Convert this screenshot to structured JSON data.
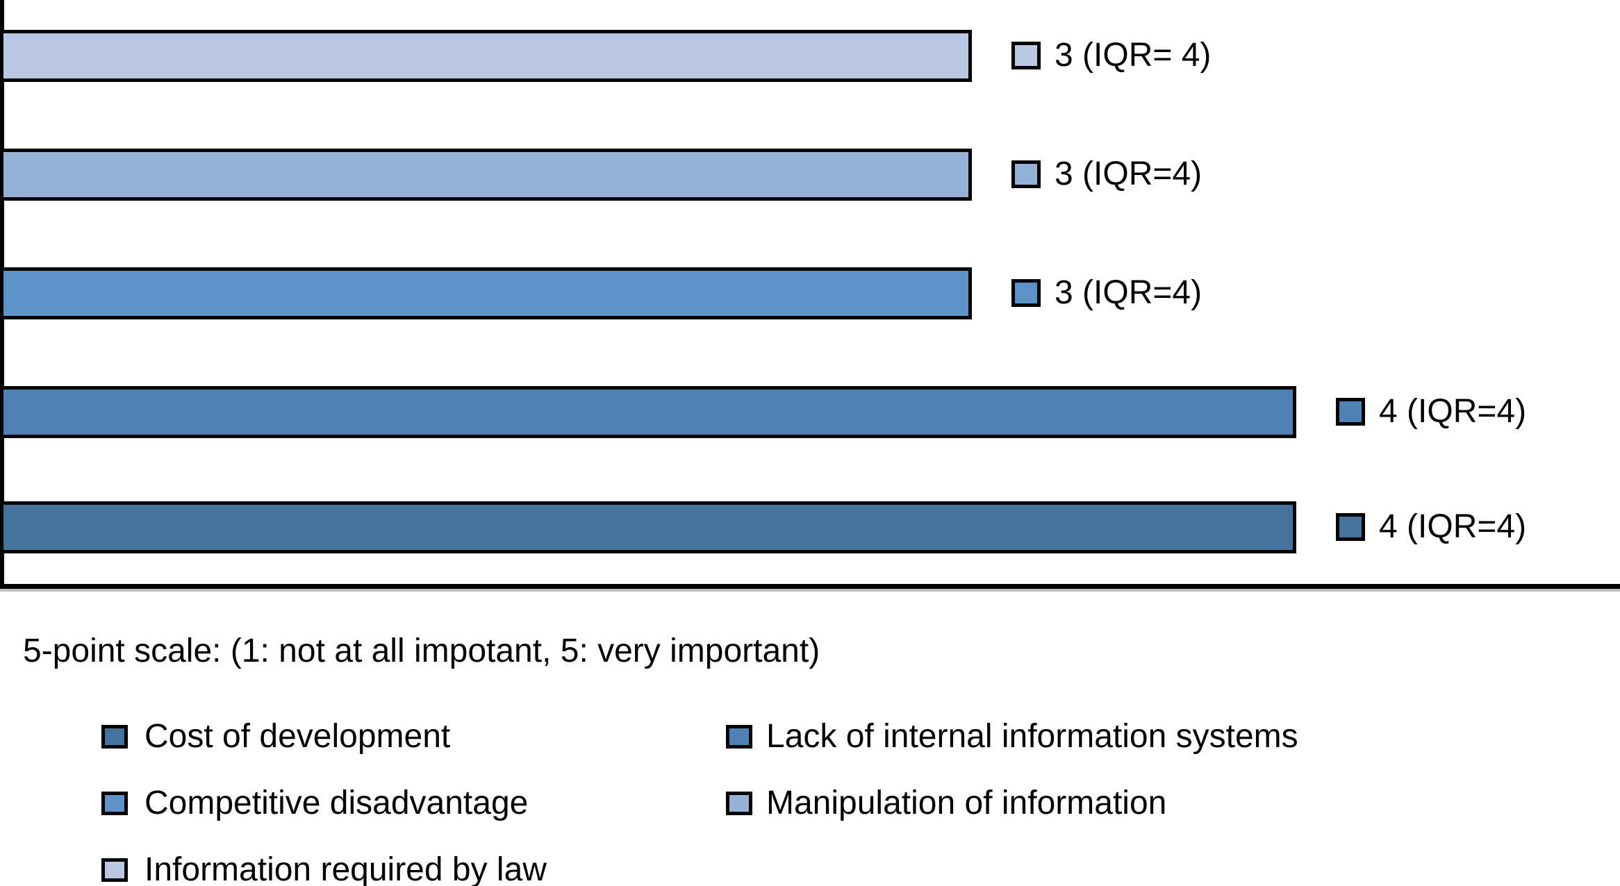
{
  "chart_data": {
    "type": "bar",
    "orientation": "horizontal",
    "title": "",
    "note": "5-point scale: (1: not at all impotant, 5: very important)",
    "xlim": [
      0,
      5
    ],
    "grid": false,
    "bars": [
      {
        "category": "Information required by law",
        "median": 3,
        "iqr": 4,
        "value_label": "3 (IQR= 4)",
        "color": "#B9C9E1"
      },
      {
        "category": "Manipulation of information",
        "median": 3,
        "iqr": 4,
        "value_label": "3 (IQR=4)",
        "color": "#95B1D4"
      },
      {
        "category": "Competitive disadvantage",
        "median": 3,
        "iqr": 4,
        "value_label": "3 (IQR=4)",
        "color": "#5B92C8"
      },
      {
        "category": "Lack of internal information systems",
        "median": 4,
        "iqr": 4,
        "value_label": "4 (IQR=4)",
        "color": "#4F82B4"
      },
      {
        "category": "Cost of development",
        "median": 4,
        "iqr": 4,
        "value_label": "4 (IQR=4)",
        "color": "#44739D"
      }
    ],
    "legend": {
      "position": "bottom",
      "columns": [
        [
          {
            "label": "Cost of development",
            "color": "#44739D"
          },
          {
            "label": "Competitive disadvantage",
            "color": "#5B92C8"
          },
          {
            "label": "Information required by law",
            "color": "#B9C9E1"
          }
        ],
        [
          {
            "label": "Lack of internal information systems",
            "color": "#4F82B4"
          },
          {
            "label": "Manipulation of information",
            "color": "#95B1D4"
          }
        ]
      ]
    },
    "colors": {
      "axis": "#000000",
      "bar_border": "#000000",
      "text": "#000000",
      "background": "#FFFFFF"
    }
  }
}
